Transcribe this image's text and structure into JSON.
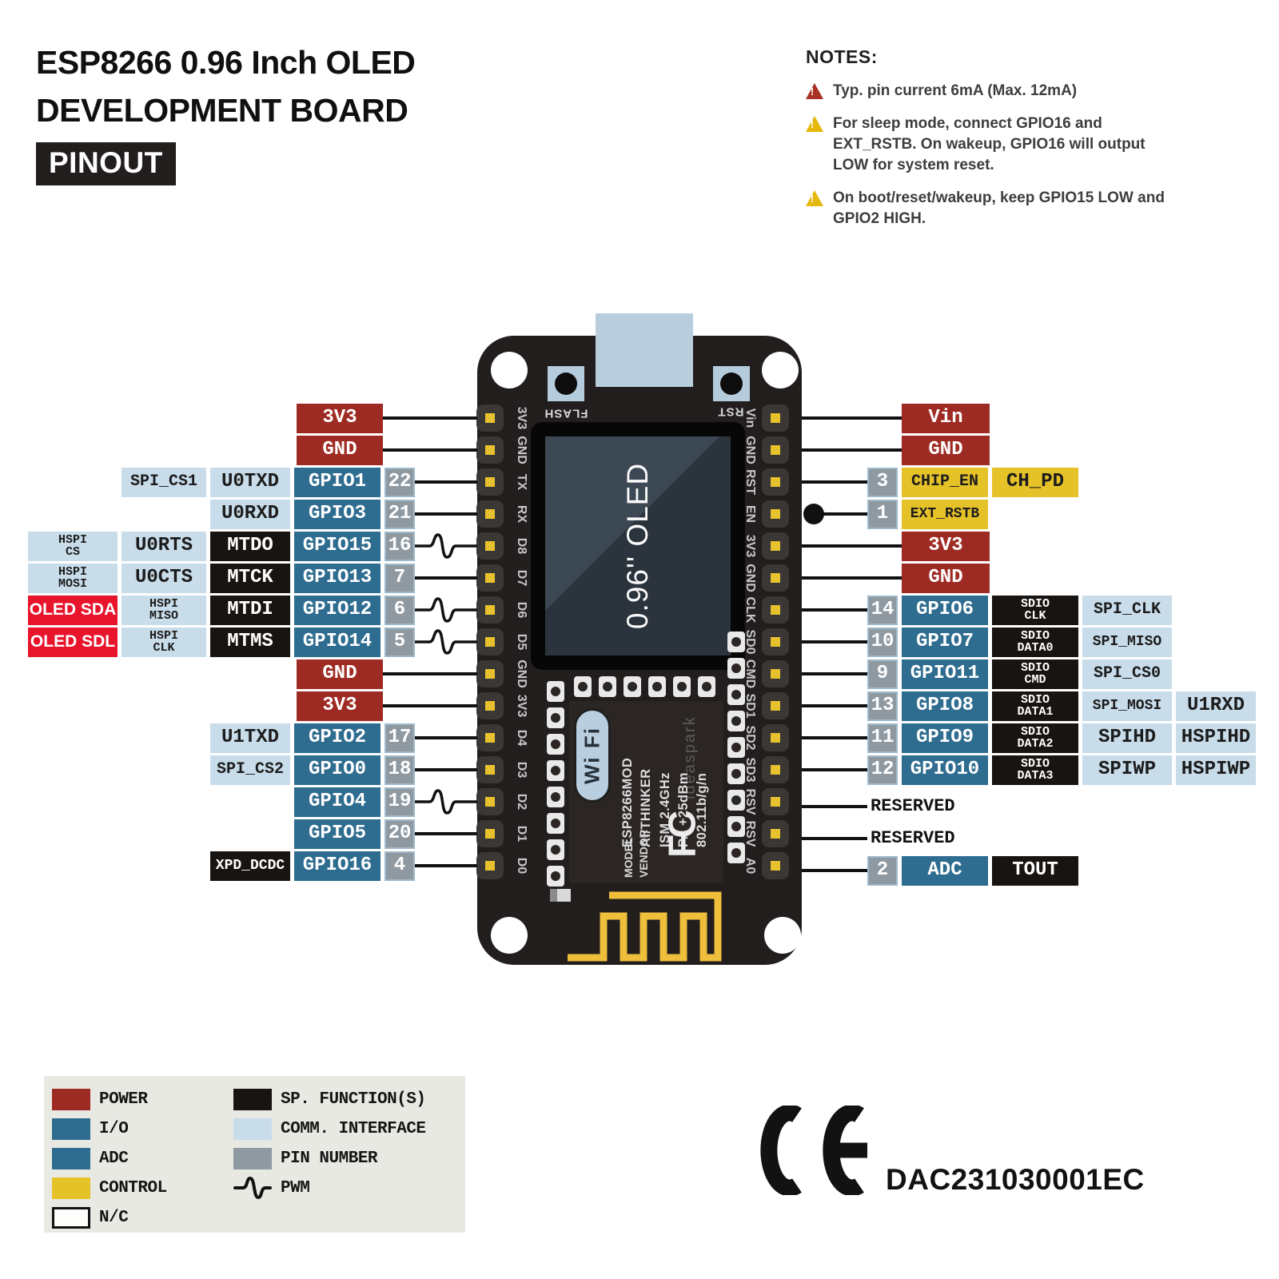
{
  "colors": {
    "power": "#9E2B23",
    "io": "#2E6C90",
    "adc": "#2E6C90",
    "control": "#E6C229",
    "special": "#181411",
    "comm": "#C8DCEA",
    "pin": "#8E99A2",
    "oled_highlight": "#E8142B",
    "board": "#221E1D",
    "antenna": "#EFBE3A",
    "usb": "#B9CEDD"
  },
  "header": {
    "title_line1": "ESP8266 0.96 Inch OLED",
    "title_line2": "DEVELOPMENT BOARD",
    "badge": "PINOUT"
  },
  "notes": {
    "heading": "NOTES:",
    "items": [
      {
        "severity": "red",
        "text": "Typ. pin current 6mA (Max. 12mA)"
      },
      {
        "severity": "yellow",
        "text": "For sleep mode, connect GPIO16 and EXT_RSTB. On wakeup, GPIO16 will output LOW for system reset."
      },
      {
        "severity": "yellow",
        "text": "On boot/reset/wakeup, keep GPIO15 LOW and GPIO2 HIGH."
      }
    ]
  },
  "left_rows": [
    {
      "cells": [
        {
          "t": "3V3",
          "c": "power"
        }
      ],
      "conn": "line"
    },
    {
      "cells": [
        {
          "t": "GND",
          "c": "power"
        }
      ],
      "conn": "line"
    },
    {
      "cells": [
        {
          "t": "SPI_CS1",
          "c": "comm"
        },
        {
          "t": "U0TXD",
          "c": "comm"
        },
        {
          "t": "GPIO1",
          "c": "io"
        },
        {
          "t": "22",
          "c": "pin"
        }
      ],
      "conn": "line"
    },
    {
      "cells": [
        {
          "t": "U0RXD",
          "c": "comm"
        },
        {
          "t": "GPIO3",
          "c": "io"
        },
        {
          "t": "21",
          "c": "pin"
        }
      ],
      "conn": "line"
    },
    {
      "cells": [
        {
          "t": "HSPI\nCS",
          "c": "comm"
        },
        {
          "t": "U0RTS",
          "c": "comm"
        },
        {
          "t": "MTDO",
          "c": "special"
        },
        {
          "t": "GPIO15",
          "c": "io"
        },
        {
          "t": "16",
          "c": "pin"
        }
      ],
      "conn": "pwm"
    },
    {
      "cells": [
        {
          "t": "HSPI\nMOSI",
          "c": "comm"
        },
        {
          "t": "U0CTS",
          "c": "comm"
        },
        {
          "t": "MTCK",
          "c": "special"
        },
        {
          "t": "GPIO13",
          "c": "io"
        },
        {
          "t": "7",
          "c": "pin"
        }
      ],
      "conn": "line"
    },
    {
      "cells": [
        {
          "t": "OLED SDA",
          "c": "oled"
        },
        {
          "t": "HSPI\nMISO",
          "c": "comm"
        },
        {
          "t": "MTDI",
          "c": "special"
        },
        {
          "t": "GPIO12",
          "c": "io"
        },
        {
          "t": "6",
          "c": "pin"
        }
      ],
      "conn": "pwm"
    },
    {
      "cells": [
        {
          "t": "OLED SDL",
          "c": "oled"
        },
        {
          "t": "HSPI\nCLK",
          "c": "comm"
        },
        {
          "t": "MTMS",
          "c": "special"
        },
        {
          "t": "GPIO14",
          "c": "io"
        },
        {
          "t": "5",
          "c": "pin"
        }
      ],
      "conn": "pwm"
    },
    {
      "cells": [
        {
          "t": "GND",
          "c": "power"
        }
      ],
      "conn": "line"
    },
    {
      "cells": [
        {
          "t": "3V3",
          "c": "power"
        }
      ],
      "conn": "line"
    },
    {
      "cells": [
        {
          "t": "U1TXD",
          "c": "comm"
        },
        {
          "t": "GPIO2",
          "c": "io"
        },
        {
          "t": "17",
          "c": "pin"
        }
      ],
      "conn": "line"
    },
    {
      "cells": [
        {
          "t": "SPI_CS2",
          "c": "comm"
        },
        {
          "t": "GPIO0",
          "c": "io"
        },
        {
          "t": "18",
          "c": "pin"
        }
      ],
      "conn": "line"
    },
    {
      "cells": [
        {
          "t": "GPIO4",
          "c": "io"
        },
        {
          "t": "19",
          "c": "pin"
        }
      ],
      "conn": "pwm"
    },
    {
      "cells": [
        {
          "t": "GPIO5",
          "c": "io"
        },
        {
          "t": "20",
          "c": "pin"
        }
      ],
      "conn": "line"
    },
    {
      "cells": [
        {
          "t": "XPD_DCDC",
          "c": "special"
        },
        {
          "t": "GPIO16",
          "c": "io"
        },
        {
          "t": "4",
          "c": "pin"
        }
      ],
      "conn": "line"
    }
  ],
  "right_rows": [
    {
      "cells": [
        {
          "t": "Vin",
          "c": "power"
        }
      ],
      "conn": "line"
    },
    {
      "cells": [
        {
          "t": "GND",
          "c": "power"
        }
      ],
      "conn": "line"
    },
    {
      "cells": [
        {
          "t": "3",
          "c": "pin"
        },
        {
          "t": "CHIP_EN",
          "c": "control"
        },
        {
          "t": "CH_PD",
          "c": "control"
        }
      ],
      "conn": "line"
    },
    {
      "cells": [
        {
          "t": "1",
          "c": "pin"
        },
        {
          "t": "EXT_RSTB",
          "c": "control"
        }
      ],
      "conn": "dot"
    },
    {
      "cells": [
        {
          "t": "3V3",
          "c": "power"
        }
      ],
      "conn": "line"
    },
    {
      "cells": [
        {
          "t": "GND",
          "c": "power"
        }
      ],
      "conn": "line"
    },
    {
      "cells": [
        {
          "t": "14",
          "c": "pin"
        },
        {
          "t": "GPIO6",
          "c": "io"
        },
        {
          "t": "SDIO\nCLK",
          "c": "special"
        },
        {
          "t": "SPI_CLK",
          "c": "comm"
        }
      ],
      "conn": "line"
    },
    {
      "cells": [
        {
          "t": "10",
          "c": "pin"
        },
        {
          "t": "GPIO7",
          "c": "io"
        },
        {
          "t": "SDIO\nDATA0",
          "c": "special"
        },
        {
          "t": "SPI_MISO",
          "c": "comm"
        }
      ],
      "conn": "line"
    },
    {
      "cells": [
        {
          "t": "9",
          "c": "pin"
        },
        {
          "t": "GPIO11",
          "c": "io"
        },
        {
          "t": "SDIO\nCMD",
          "c": "special"
        },
        {
          "t": "SPI_CS0",
          "c": "comm"
        }
      ],
      "conn": "line"
    },
    {
      "cells": [
        {
          "t": "13",
          "c": "pin"
        },
        {
          "t": "GPIO8",
          "c": "io"
        },
        {
          "t": "SDIO\nDATA1",
          "c": "special"
        },
        {
          "t": "SPI_MOSI",
          "c": "comm"
        },
        {
          "t": "U1RXD",
          "c": "comm"
        }
      ],
      "conn": "line"
    },
    {
      "cells": [
        {
          "t": "11",
          "c": "pin"
        },
        {
          "t": "GPIO9",
          "c": "io"
        },
        {
          "t": "SDIO\nDATA2",
          "c": "special"
        },
        {
          "t": "SPIHD",
          "c": "comm"
        },
        {
          "t": "HSPIHD",
          "c": "comm"
        }
      ],
      "conn": "line"
    },
    {
      "cells": [
        {
          "t": "12",
          "c": "pin"
        },
        {
          "t": "GPIO10",
          "c": "io"
        },
        {
          "t": "SDIO\nDATA3",
          "c": "special"
        },
        {
          "t": "SPIWP",
          "c": "comm"
        },
        {
          "t": "HSPIWP",
          "c": "comm"
        }
      ],
      "conn": "line"
    },
    {
      "cells": [
        {
          "t": "RESERVED",
          "c": "text"
        }
      ],
      "conn": "line"
    },
    {
      "cells": [
        {
          "t": "RESERVED",
          "c": "text"
        }
      ],
      "conn": "line"
    },
    {
      "cells": [
        {
          "t": "2",
          "c": "pin"
        },
        {
          "t": "ADC",
          "c": "adc"
        },
        {
          "t": "TOUT",
          "c": "special"
        }
      ],
      "conn": "line"
    }
  ],
  "board": {
    "buttons": {
      "flash": "FLASH",
      "rst": "RST"
    },
    "oled_text": "0.96'' OLED",
    "left_edge_pins": [
      "3V3",
      "GND",
      "TX",
      "RX",
      "D8",
      "D7",
      "D6",
      "D5",
      "GND",
      "3V3",
      "D4",
      "D3",
      "D2",
      "D1",
      "D0"
    ],
    "right_edge_pins": [
      "Vin",
      "GND",
      "RST",
      "EN",
      "3V3",
      "GND",
      "CLK",
      "SD0",
      "CMD",
      "SD1",
      "SD2",
      "SD3",
      "RSV",
      "RSV",
      "A0"
    ],
    "module": {
      "wifi_logo": "Wi Fi",
      "lines": [
        "ESP8266MOD",
        "AI/THINKER",
        "ISM 2.4GHz",
        "PA +25dBm",
        "802.11b/g/n"
      ],
      "model_label": "MODEL",
      "vendor_label": "VENDOR",
      "fc_logo": "FC"
    },
    "watermark": "ideaspark"
  },
  "legend": {
    "left": [
      {
        "swatch": "power",
        "label": "POWER"
      },
      {
        "swatch": "io",
        "label": "I/O"
      },
      {
        "swatch": "adc",
        "label": "ADC"
      },
      {
        "swatch": "control",
        "label": "CONTROL"
      },
      {
        "swatch": "nc",
        "label": "N/C"
      }
    ],
    "right": [
      {
        "swatch": "special",
        "label": "SP. FUNCTION(S)"
      },
      {
        "swatch": "comm",
        "label": "COMM. INTERFACE"
      },
      {
        "swatch": "pin",
        "label": "PIN NUMBER"
      },
      {
        "swatch": "pwm",
        "label": "PWM"
      }
    ]
  },
  "footer": {
    "certification_code": "DAC231030001EC"
  }
}
